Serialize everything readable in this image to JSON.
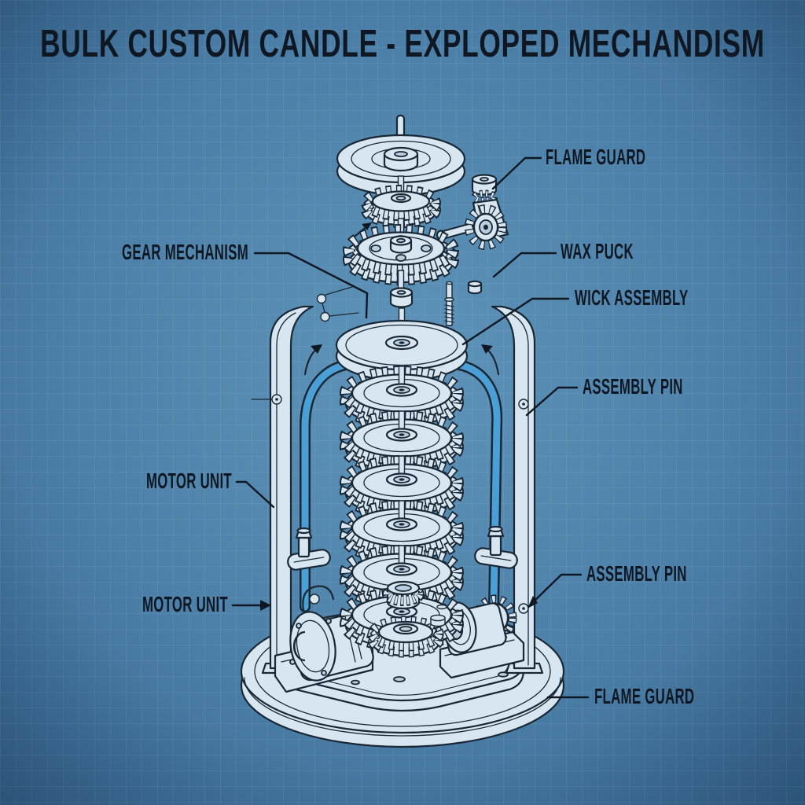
{
  "title": "BULK CUSTOM CANDLE - EXPLOPED MECHANDISM",
  "callouts": {
    "flame_guard_top": "FLAME GUARD",
    "gear_mechanism": "GEAR MECHANISM",
    "wax_puck": "WAX PUCK",
    "wick_assembly": "WICK ASSEMBLY",
    "assembly_pin_upper": "ASSEMBLY PIN",
    "motor_unit_upper": "MOTOR UNIT",
    "motor_unit_lower": "MOTOR UNIT",
    "assembly_pin_lower": "ASSEMBLY PIN",
    "flame_guard_bottom": "FLAME GUARD"
  },
  "colors": {
    "bg_center": "#5f94ba",
    "bg_mid": "#4c80a8",
    "bg_edge": "#386690",
    "grid_line": "#cde4f2",
    "ink": "#1a2734",
    "label_ink": "#0e1722",
    "part_fill": "#d7e6f1",
    "part_shade": "#b9cfe0",
    "tube_blue": "#4aa0d6"
  }
}
